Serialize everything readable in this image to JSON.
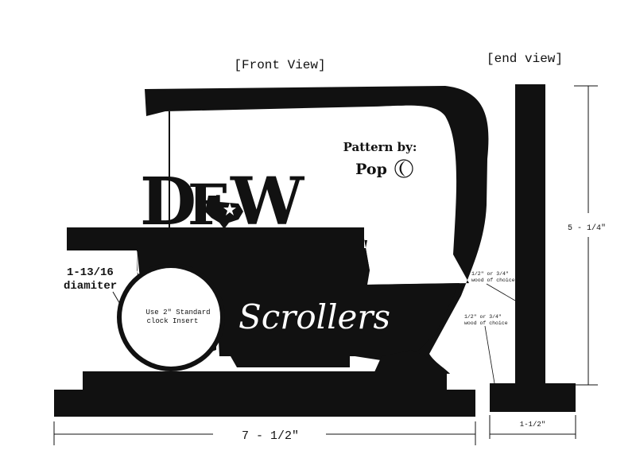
{
  "titles": {
    "front_view": "[Front View]",
    "end_view": "[end view]"
  },
  "pattern": {
    "line1": "Pattern by:",
    "line2": "Pop"
  },
  "logo": {
    "left_letter": "D",
    "middle_letter": "F",
    "right_letter": "W",
    "text": "Scrollers"
  },
  "clock": {
    "line1": "Use 2\" Standard",
    "line2": "clock Insert"
  },
  "annotations": {
    "diameter_line1": "1-13/16",
    "diameter_line2": "diamiter",
    "wood_upper_line1": "1/2\" or 3/4\"",
    "wood_upper_line2": "wood of choice",
    "wood_lower_line1": "1/2\" or 3/4\"",
    "wood_lower_line2": "wood of choice"
  },
  "dimensions": {
    "width": "7 - 1/2\"",
    "height": "5 - 1/4\"",
    "end_width": "1-1/2\""
  },
  "colors": {
    "ink": "#111111",
    "paper": "#ffffff"
  }
}
